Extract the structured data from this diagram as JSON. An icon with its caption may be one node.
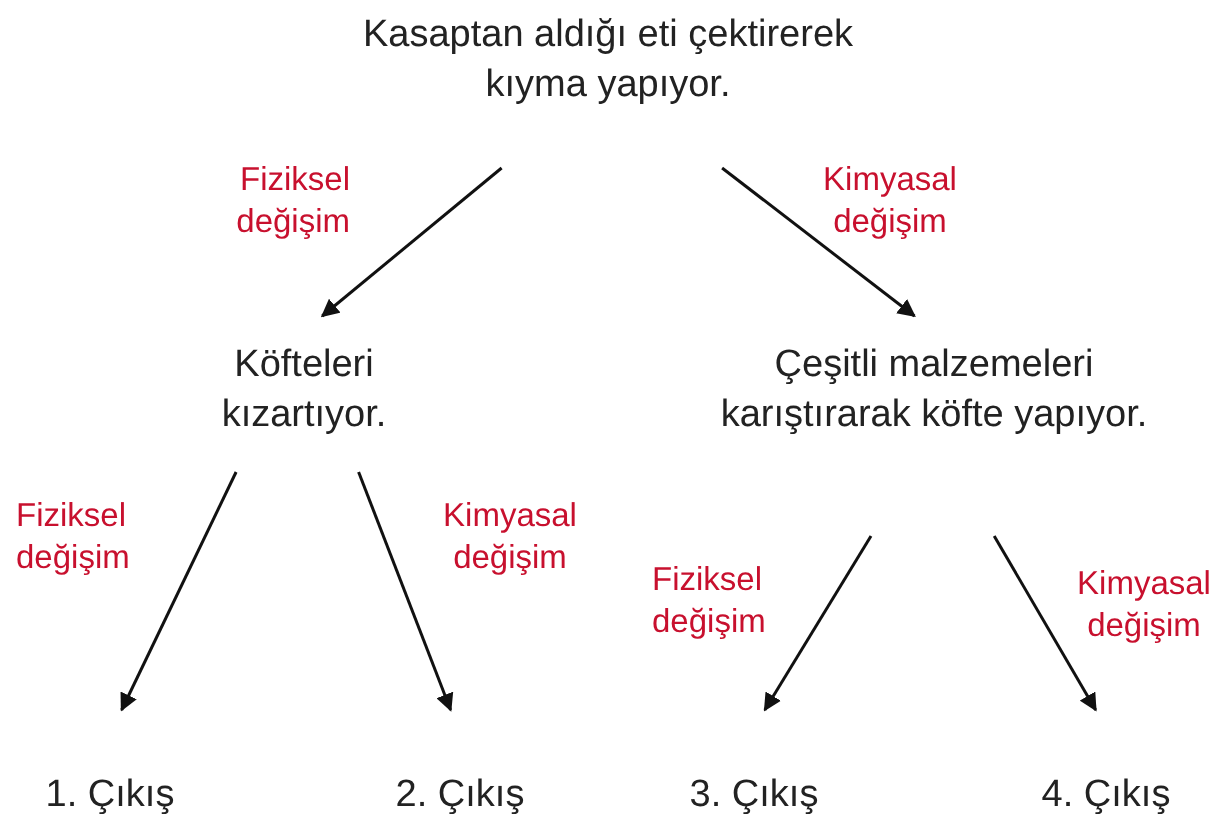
{
  "diagram": {
    "nodes": [
      {
        "text": [
          "Kasaptan aldığı eti çektirerek kıyma yapıyor."
        ]
      },
      {
        "text": [
          "Köfteleri kızartıyor."
        ]
      },
      {
        "text": [
          "Çeşitli malzemeleri karıştırarak köfte yapıyor."
        ]
      },
      {
        "text": [
          "1. Çıkış"
        ]
      },
      {
        "text": [
          "2. Çıkış"
        ]
      },
      {
        "text": [
          "3. Çıkış"
        ]
      },
      {
        "text": [
          "4. Çıkış"
        ]
      }
    ],
    "edges": [
      {
        "from": 0,
        "to": 1,
        "arrow": "to",
        "label": "Fiziksel değişim"
      },
      {
        "from": 0,
        "to": 2,
        "arrow": "to",
        "label": "Kimyasal değişim"
      },
      {
        "from": 1,
        "to": 3,
        "arrow": "to",
        "label": "Fiziksel değişim"
      },
      {
        "from": 1,
        "to": 4,
        "arrow": "to",
        "label": "Kimyasal değişim"
      },
      {
        "from": 2,
        "to": 5,
        "arrow": "to",
        "label": "Fiziksel değişim"
      },
      {
        "from": 2,
        "to": 6,
        "arrow": "to",
        "label": "Kimyasal değişim"
      }
    ]
  }
}
